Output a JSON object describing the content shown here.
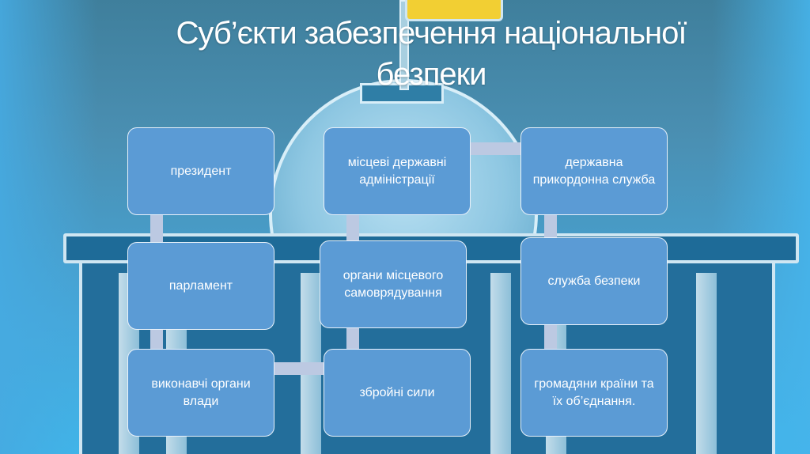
{
  "slide": {
    "title": "Суб’єкти забезпечення національної безпеки",
    "colors": {
      "box_fill": "#5b9bd5",
      "box_border": "#e8f1fa",
      "connector": "#bcc9e2",
      "title_text": "#ffffff",
      "flag_yellow": "#f2cf33"
    }
  },
  "diagram": {
    "columns": [
      {
        "boxes": [
          {
            "label": "президент"
          },
          {
            "label": "парламент"
          },
          {
            "label": "виконавчі органи влади"
          }
        ]
      },
      {
        "boxes": [
          {
            "label": "місцеві державні адміністрації"
          },
          {
            "label": "органи місцевого самоврядування"
          },
          {
            "label": "збройні сили"
          }
        ]
      },
      {
        "boxes": [
          {
            "label": "державна прикордонна служба"
          },
          {
            "label": "служба безпеки"
          },
          {
            "label": "громадяни країни та їх об’єднання."
          }
        ]
      }
    ]
  }
}
